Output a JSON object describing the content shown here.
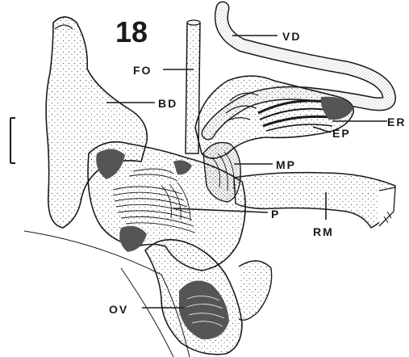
{
  "figure": {
    "number": "18",
    "ink_color": "#1a1a1a",
    "paper_color": "#ffffff",
    "shade_color": "#555555"
  },
  "labels": {
    "vd": "VD",
    "fo": "FO",
    "bd": "BD",
    "er": "ER",
    "ep": "EP",
    "mp": "MP",
    "p": "P",
    "rm": "RM",
    "ov": "OV"
  }
}
